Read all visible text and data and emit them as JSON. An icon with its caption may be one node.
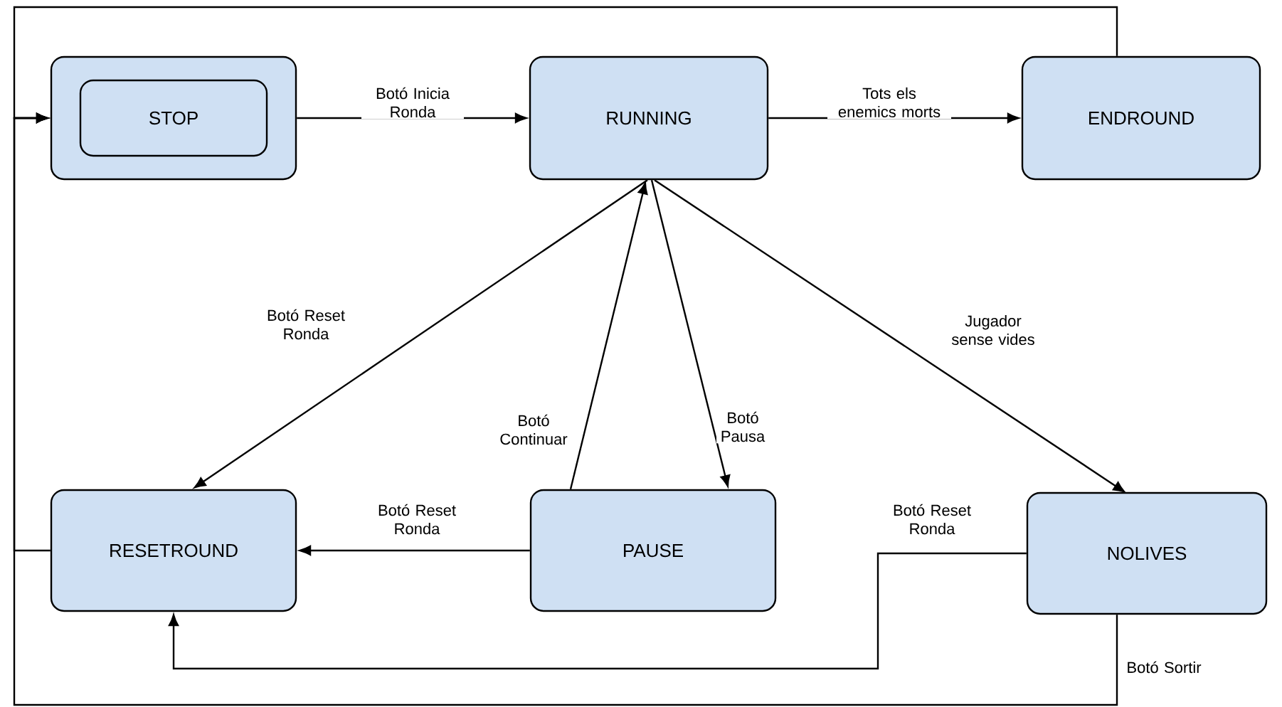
{
  "diagram": {
    "nodes": [
      {
        "text": [],
        "shape": "box"
      },
      {
        "text": [
          "STOP"
        ],
        "in": 0
      },
      {
        "text": [
          "RUNNING"
        ]
      },
      {
        "text": [
          "ENDROUND"
        ]
      },
      {
        "text": [
          "RESETROUND"
        ]
      },
      {
        "text": [
          "PAUSE"
        ]
      },
      {
        "text": [
          "NOLIVES"
        ]
      }
    ],
    "edges": [
      {
        "from": 0,
        "to": 2,
        "arrow": "to",
        "label": "Botó Inicia Ronda"
      },
      {
        "from": 2,
        "to": 3,
        "arrow": "to",
        "label": "Tots els enemics morts"
      },
      {
        "from": 3,
        "to": 0,
        "arrow": "to"
      },
      {
        "from": 2,
        "to": 4,
        "arrow": "to",
        "label": "Botó Reset Ronda"
      },
      {
        "from": 5,
        "to": 2,
        "arrow": "to",
        "label": "Botó Continuar"
      },
      {
        "from": 2,
        "to": 5,
        "arrow": "to",
        "label": "Botó Pausa"
      },
      {
        "from": 2,
        "to": 6,
        "arrow": "to",
        "label": "Jugador sense vides"
      },
      {
        "from": 5,
        "to": 4,
        "arrow": "to",
        "label": "Botó Reset Ronda"
      },
      {
        "from": 6,
        "to": 4,
        "arrow": "to",
        "label": "Botó Reset Ronda"
      },
      {
        "from": 4,
        "to": 0,
        "arrow": "to"
      },
      {
        "from": 6,
        "to": 0,
        "arrow": "to",
        "label": "Botó Sortir"
      }
    ]
  }
}
